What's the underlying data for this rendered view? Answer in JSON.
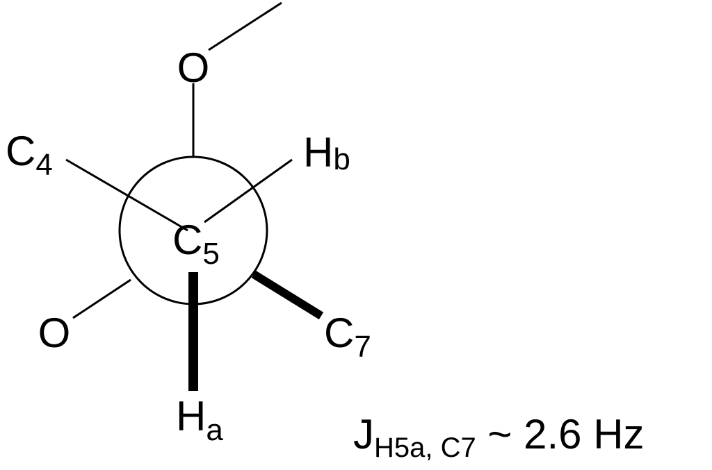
{
  "newman": {
    "top": {
      "label": "O"
    },
    "c4": {
      "main": "C",
      "sub": "4"
    },
    "hb": {
      "main": "H",
      "sub": "b"
    },
    "c5": {
      "main": "C",
      "sub": "5"
    },
    "o_left": {
      "label": "O"
    },
    "c7": {
      "main": "C",
      "sub": "7"
    },
    "ha": {
      "main": "H",
      "sub": "a"
    }
  },
  "coupling": {
    "main": "J",
    "subscript": "H5a, C7",
    "value": " ~ 2.6 Hz"
  }
}
